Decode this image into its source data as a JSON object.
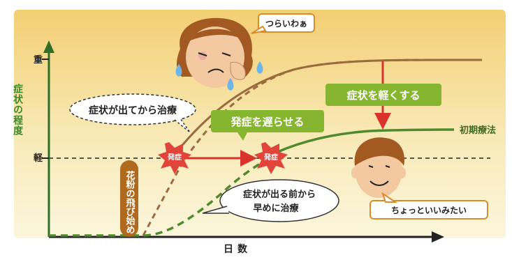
{
  "axes": {
    "y_label": "症状の程度",
    "y_heavy": "重",
    "y_light": "軽",
    "x_label": "日数"
  },
  "labels": {
    "pollen_start": "花粉の飛び始め",
    "onset": "発症",
    "after_symptoms": "症状が出てから治療",
    "before_symptoms_line1": "症状が出る前から",
    "before_symptoms_line2": "早めに治療",
    "delay_onset": "発症を遅らせる",
    "lighten_symptoms": "症状を軽くする",
    "early_therapy": "初期療法",
    "face_sad_speech": "つらいわぁ",
    "face_happy_speech": "ちょっといいみたい"
  },
  "colors": {
    "bg_top": "#f4d06e",
    "bg_bottom": "#fbf6d7",
    "axis": "#222222",
    "curve_brown": "#9b6b40",
    "curve_green": "#4f8b2c",
    "green_label": "#86b62f",
    "red": "#d9342b",
    "pollen_pill": "#b06a1f",
    "burst": "#e0443a"
  }
}
